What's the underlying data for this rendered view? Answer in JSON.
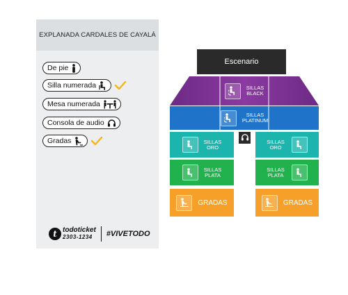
{
  "legend": {
    "title": "EXPLANADA CARDALES DE CAYALÁ",
    "items": [
      {
        "label": "De pie",
        "icon": "standing-person-icon",
        "selected": false
      },
      {
        "label": "Silla numerada",
        "icon": "seated-person-icon",
        "selected": true
      },
      {
        "label": "Mesa numerada",
        "icon": "table-seating-icon",
        "selected": false
      },
      {
        "label": "Consola de audio",
        "icon": "headphones-icon",
        "selected": false
      },
      {
        "label": "Gradas",
        "icon": "bleachers-person-icon",
        "selected": true
      }
    ],
    "check_color": "#f2b51c"
  },
  "footer": {
    "brand": "todoticket",
    "phone": "2303-1234",
    "hashtag": "#VIVETODO"
  },
  "map": {
    "stage": "Escenario",
    "zones": {
      "black": {
        "label": "SILLAS\nBLACK",
        "color": "#7b2f8f"
      },
      "platinum": {
        "label": "SILLAS\nPLATINUM",
        "color": "#1f73c9"
      },
      "oro_left": {
        "label": "SILLAS\nORO",
        "color": "#1bb5ad"
      },
      "oro_right": {
        "label": "SILLAS\nORO",
        "color": "#1bb5ad"
      },
      "plata_left": {
        "label": "SILLAS\nPLATA",
        "color": "#21b24d"
      },
      "plata_right": {
        "label": "SILLAS\nPLATA",
        "color": "#21b24d"
      },
      "gradas_left": {
        "label": "GRADAS",
        "color": "#f6a02a"
      },
      "gradas_right": {
        "label": "GRADAS",
        "color": "#f6a02a"
      }
    }
  }
}
